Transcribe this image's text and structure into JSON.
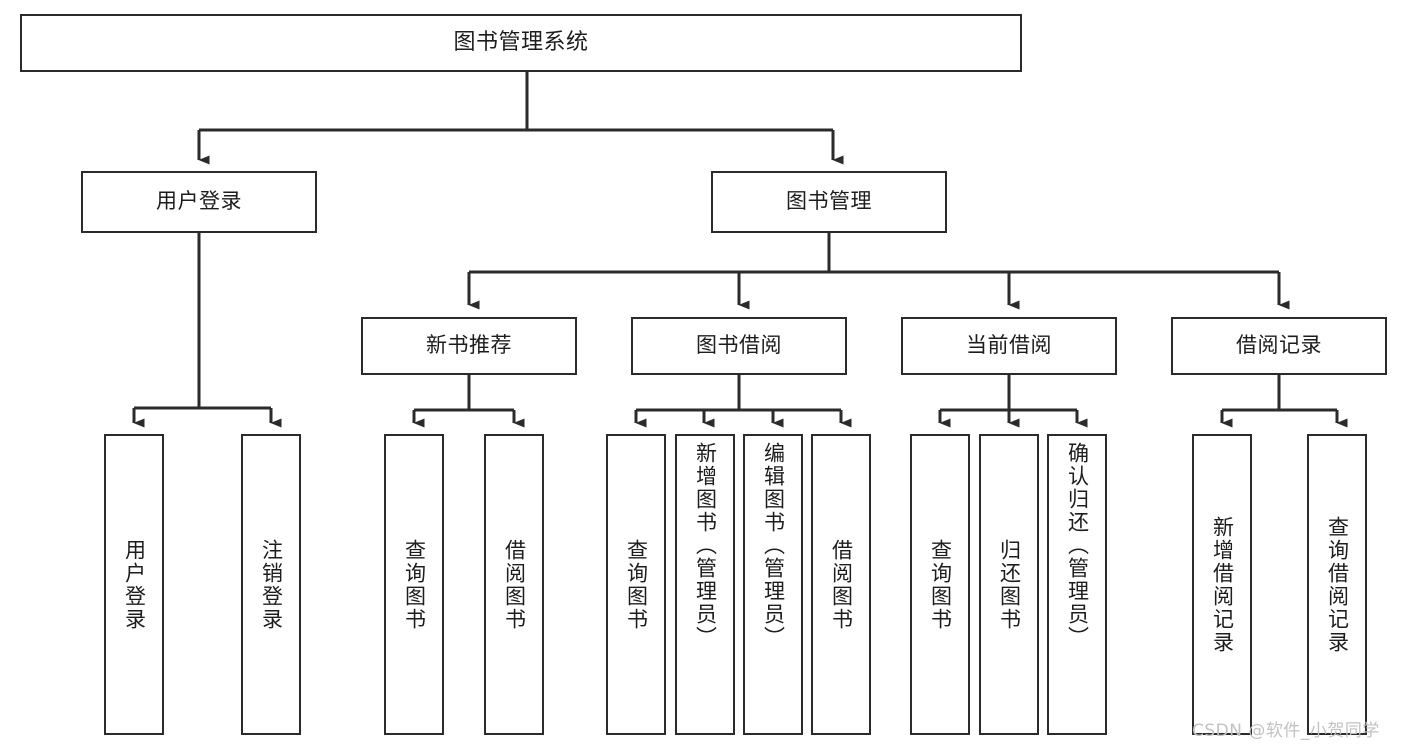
{
  "diagram": {
    "title": "图书管理系统",
    "type": "tree-hierarchy-diagram",
    "colors": {
      "box_border": "#2b2b2b",
      "box_fill": "#ffffff",
      "connector": "#2b2b2b",
      "text": "#1d1d1d",
      "watermark": "#c2c2c2",
      "background": "#ffffff"
    },
    "root": {
      "label": "图书管理系统"
    },
    "level2": [
      {
        "label": "用户登录"
      },
      {
        "label": "图书管理"
      }
    ],
    "level3": [
      {
        "label": "新书推荐"
      },
      {
        "label": "图书借阅"
      },
      {
        "label": "当前借阅"
      },
      {
        "label": "借阅记录"
      }
    ],
    "leaves": [
      {
        "label": "用户登录",
        "parent": "用户登录"
      },
      {
        "label": "注销登录",
        "parent": "用户登录"
      },
      {
        "label": "查询图书",
        "parent": "新书推荐"
      },
      {
        "label": "借阅图书",
        "parent": "新书推荐"
      },
      {
        "label": "查询图书",
        "parent": "图书借阅"
      },
      {
        "label": "新增图书（管理员）",
        "parent": "图书借阅"
      },
      {
        "label": "编辑图书（管理员）",
        "parent": "图书借阅"
      },
      {
        "label": "借阅图书",
        "parent": "图书借阅"
      },
      {
        "label": "查询图书",
        "parent": "当前借阅"
      },
      {
        "label": "归还图书",
        "parent": "当前借阅"
      },
      {
        "label": "确认归还（管理员）",
        "parent": "当前借阅"
      },
      {
        "label": "新增借阅记录",
        "parent": "借阅记录"
      },
      {
        "label": "查询借阅记录",
        "parent": "借阅记录"
      }
    ]
  },
  "watermark": {
    "text": "CSDN @软件_小贺同学"
  }
}
